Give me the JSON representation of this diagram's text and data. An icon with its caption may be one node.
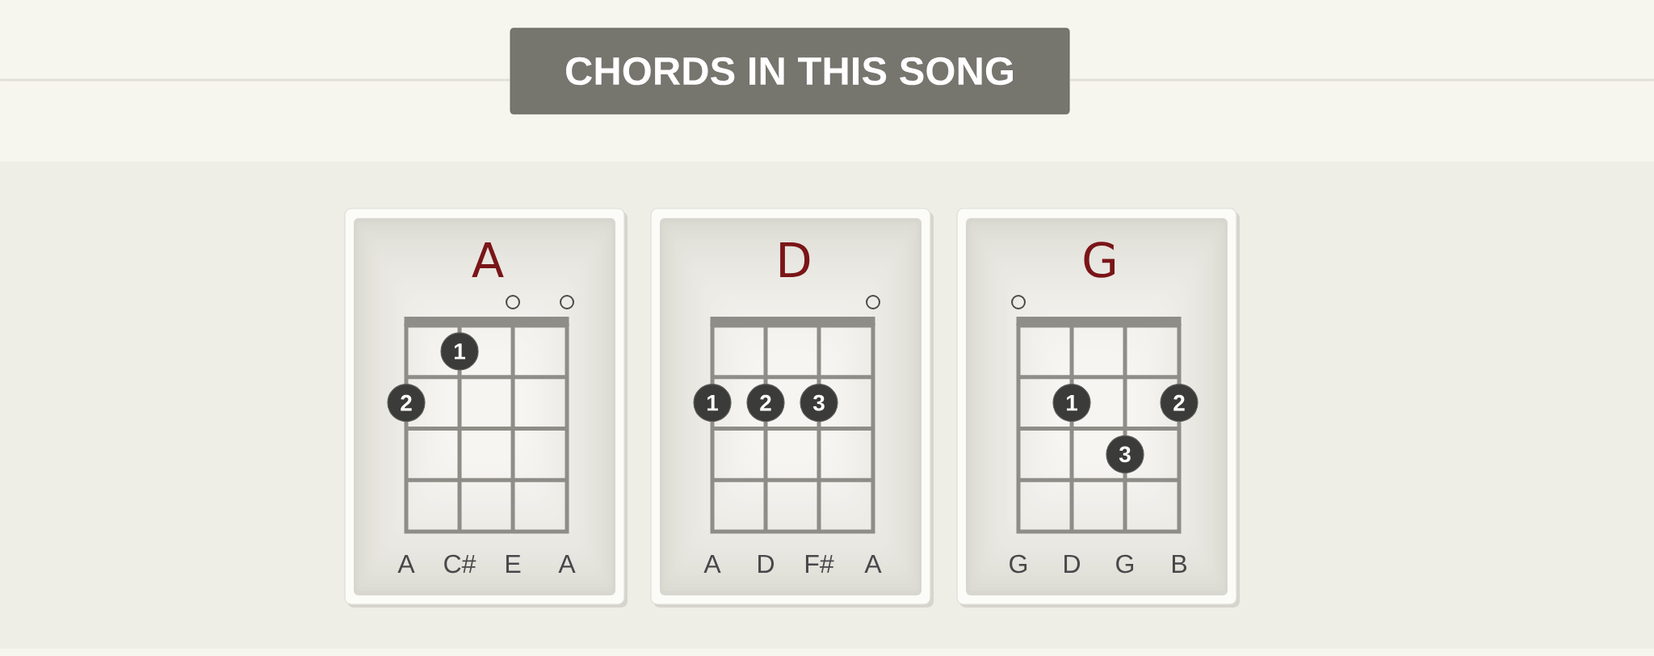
{
  "diagram": {
    "title": "CHORDS IN THIS SONG",
    "nodes": [
      {
        "text": [
          "A",
          "A",
          "C#",
          "E",
          "A"
        ]
      },
      {
        "text": [
          "1"
        ],
        "in": 0
      },
      {
        "text": [
          "2"
        ],
        "in": 0
      },
      {
        "text": [
          "D",
          "A",
          "D",
          "F#",
          "A"
        ]
      },
      {
        "text": [
          "1"
        ],
        "in": 3
      },
      {
        "text": [
          "2"
        ],
        "in": 3
      },
      {
        "text": [
          "3"
        ],
        "in": 3
      },
      {
        "text": [
          "G",
          "G",
          "D",
          "G",
          "B"
        ]
      },
      {
        "text": [
          "1"
        ],
        "in": 7
      },
      {
        "text": [
          "2"
        ],
        "in": 7
      },
      {
        "text": [
          "3"
        ],
        "in": 7
      }
    ]
  }
}
